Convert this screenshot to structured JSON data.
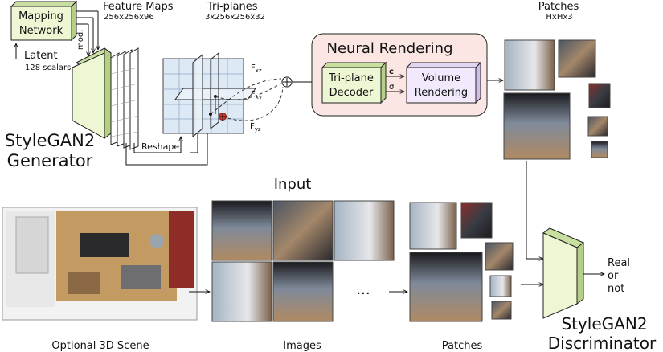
{
  "labels": {
    "mapping_network": [
      "Mapping",
      "Network"
    ],
    "mod": "mod.",
    "latent_title": "Latent",
    "latent_sub": "128 scalars",
    "feature_maps_title": "Feature Maps",
    "feature_maps_sub": "256x256x96",
    "tri_planes_title": "Tri-planes",
    "tri_planes_sub": "3x256x256x32",
    "fxz": "F",
    "fxz_sub": "xz",
    "fxy": "F",
    "fxy_sub": "xy",
    "fyz": "F",
    "fyz_sub": "yz",
    "reshape": "Reshape",
    "generator": [
      "StyleGAN2",
      "Generator"
    ],
    "neural_rendering": "Neural Rendering",
    "triplane_decoder": [
      "Tri-plane",
      "Decoder"
    ],
    "c": "c",
    "sigma": "σ",
    "volume_rendering": [
      "Volume",
      "Rendering"
    ],
    "patches_top_title": "Patches",
    "patches_top_sub": "HxHx3",
    "input": "Input",
    "ellipsis": "...",
    "real_or_not": [
      "Real",
      "or",
      "not"
    ],
    "discriminator": [
      "StyleGAN2",
      "Discriminator"
    ],
    "optional_scene": "Optional 3D Scene",
    "images": "Images",
    "patches_bottom": "Patches"
  },
  "colors": {
    "green_fill": "#eef7d4",
    "green_side": "#c9dfa0",
    "pink_fill": "#fbe6e3",
    "lavender_fill": "#f2eafc",
    "plane_fill": "#dde9f5",
    "grid_line": "#8fa9c4",
    "red_point": "#d23a2a"
  }
}
